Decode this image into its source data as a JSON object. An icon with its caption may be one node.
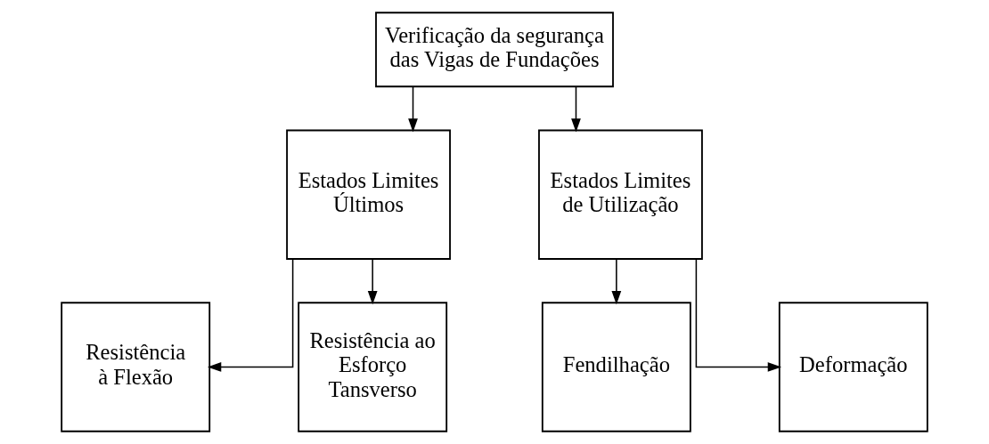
{
  "diagram": {
    "nodes": [
      {
        "text": [
          "Verificação da segurança das Vigas de Fundações"
        ]
      },
      {
        "text": [
          "Estados Limites Últimos"
        ]
      },
      {
        "text": [
          "Estados Limites de Utilização"
        ]
      },
      {
        "text": [
          "Resistência à Flexão"
        ]
      },
      {
        "text": [
          "Resistência ao Esforço Tansverso"
        ]
      },
      {
        "text": [
          "Fendilhação"
        ]
      },
      {
        "text": [
          "Deformação"
        ]
      }
    ],
    "edges": [
      {
        "from": 0,
        "to": 1,
        "arrow": "to"
      },
      {
        "from": 0,
        "to": 2,
        "arrow": "to"
      },
      {
        "from": 1,
        "to": 3,
        "arrow": "to"
      },
      {
        "from": 1,
        "to": 4,
        "arrow": "to"
      },
      {
        "from": 2,
        "to": 5,
        "arrow": "to"
      },
      {
        "from": 2,
        "to": 6,
        "arrow": "to"
      }
    ]
  }
}
